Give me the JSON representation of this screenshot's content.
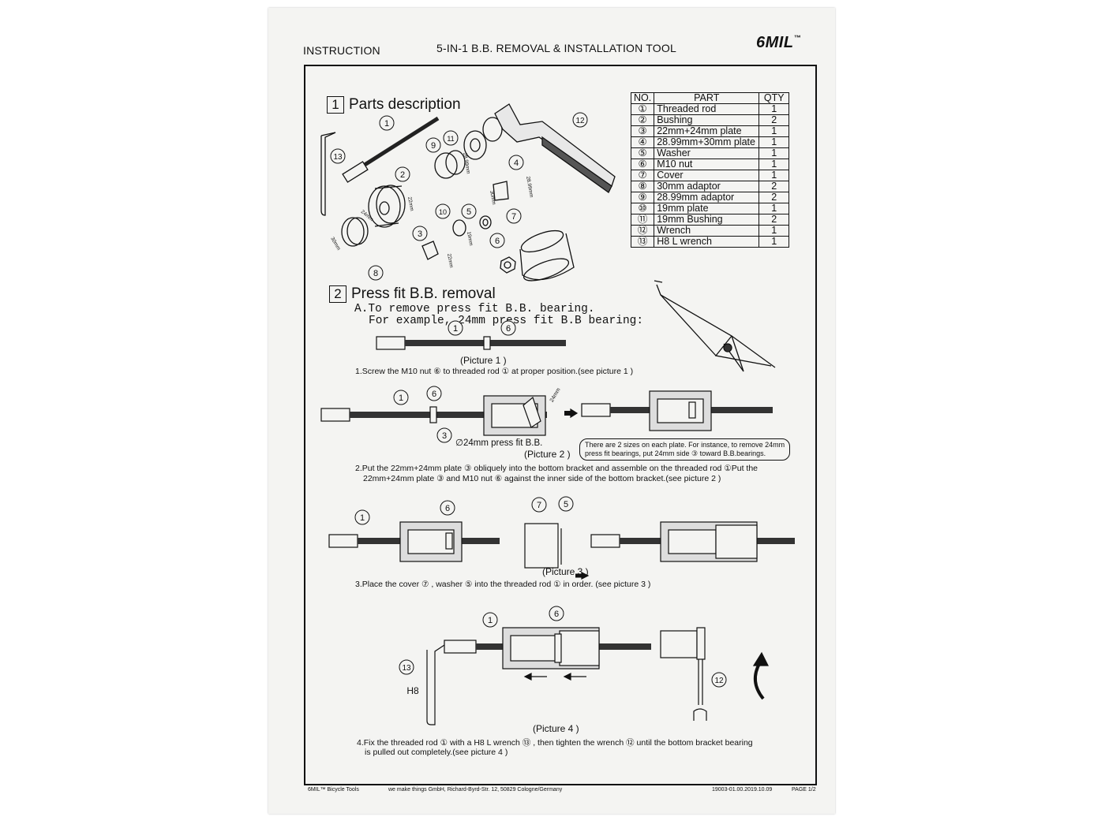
{
  "header": {
    "left": "INSTRUCTION",
    "title": "5-IN-1 B.B. REMOVAL & INSTALLATION TOOL",
    "brand": "6MIL",
    "brand_tm": "™"
  },
  "section1": {
    "num": "1",
    "title": "Parts description"
  },
  "parts_table": {
    "headers": [
      "NO.",
      "PART",
      "QTY"
    ],
    "rows": [
      {
        "no": "①",
        "part": "Threaded rod",
        "qty": "1"
      },
      {
        "no": "②",
        "part": "Bushing",
        "qty": "2"
      },
      {
        "no": "③",
        "part": "22mm+24mm plate",
        "qty": "1"
      },
      {
        "no": "④",
        "part": "28.99mm+30mm plate",
        "qty": "1"
      },
      {
        "no": "⑤",
        "part": "Washer",
        "qty": "1"
      },
      {
        "no": "⑥",
        "part": "M10 nut",
        "qty": "1"
      },
      {
        "no": "⑦",
        "part": "Cover",
        "qty": "1"
      },
      {
        "no": "⑧",
        "part": "30mm adaptor",
        "qty": "2"
      },
      {
        "no": "⑨",
        "part": "28.99mm adaptor",
        "qty": "2"
      },
      {
        "no": "⑩",
        "part": "19mm plate",
        "qty": "1"
      },
      {
        "no": "⑪",
        "part": "19mm Bushing",
        "qty": "2"
      },
      {
        "no": "⑫",
        "part": "Wrench",
        "qty": "1"
      },
      {
        "no": "⑬",
        "part": "H8 L wrench",
        "qty": "1"
      }
    ]
  },
  "diagram_labels": {
    "n1": "1",
    "n2": "2",
    "n3": "3",
    "n4": "4",
    "n5": "5",
    "n6": "6",
    "n7": "7",
    "n8": "8",
    "n9": "9",
    "n10": "10",
    "n11": "11",
    "n12": "12",
    "n13": "13",
    "d22": "22mm",
    "d24": "24mm",
    "d30": "30mm",
    "d2899": "28.99mm",
    "d19": "19mm",
    "h8": "H8"
  },
  "section2": {
    "num": "2",
    "title": "Press fit B.B. removal",
    "subA_line1": "A.To remove press fit B.B. bearing.",
    "subA_line2": "For example, 24mm press fit B.B bearing:",
    "pic1": "(Picture 1 )",
    "step1": "1.Screw the M10 nut ⑥ to threaded rod ① at proper position.(see picture 1 )",
    "pic2_bb": "∅24mm press fit B.B.",
    "pic2": "(Picture 2 )",
    "note_line1": "There are 2 sizes on each plate. For instance, to remove 24mm",
    "note_line2": "press fit bearings, put 24mm side ③ toward B.B.bearings.",
    "step2_line1": "2.Put the 22mm+24mm plate ③ obliquely into the bottom bracket and assemble on the threaded rod ①Put the",
    "step2_line2": "22mm+24mm plate ③ and M10 nut ⑥ against the inner side of the bottom bracket.(see picture 2 )",
    "pic3": "(Picture 3 )",
    "step3": "3.Place the cover ⑦ , washer ⑤ into the threaded rod ① in order. (see picture 3 )",
    "pic4": "(Picture 4 )",
    "step4_line1": "4.Fix the threaded rod ① with a H8 L wrench ⑬ , then tighten the wrench ⑫ until the bottom bracket bearing",
    "step4_line2": "is pulled out completely.(see picture 4 )"
  },
  "footer": {
    "left": "6MIL™ Bicycle Tools",
    "address": "we make things GmbH, Richard-Byrd-Str. 12, 50829 Cologne/Germany",
    "code": "19003-01.00.2019.10.09",
    "page": "PAGE 1/2"
  }
}
